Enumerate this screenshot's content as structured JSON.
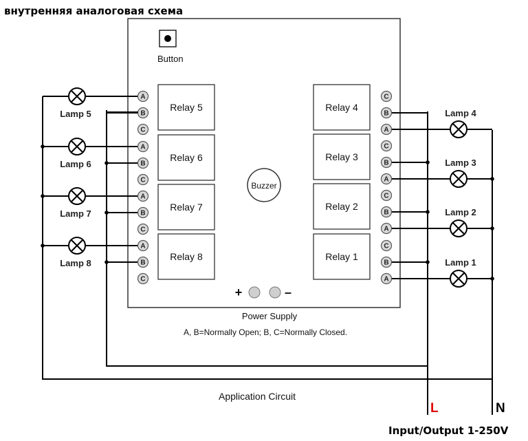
{
  "heading": "внутренняя аналоговая схема",
  "button_label": "Button",
  "buzzer_label": "Buzzer",
  "power_supply_label": "Power Supply",
  "power_plus": "+",
  "power_minus": "–",
  "legend_note": "A, B=Normally Open; B, C=Normally Closed.",
  "application_circuit": "Application Circuit",
  "line_L": "L",
  "line_N": "N",
  "input_output": "Input/Output 1-250V",
  "colors": {
    "line_L": "#e00000",
    "wire": "#000000",
    "terminal_fill": "#d9d9d9"
  },
  "left_relays": [
    {
      "label": "Relay 5",
      "lamp": "Lamp 5",
      "terminals": [
        "A",
        "B",
        "C"
      ]
    },
    {
      "label": "Relay 6",
      "lamp": "Lamp 6",
      "terminals": [
        "A",
        "B",
        "C"
      ]
    },
    {
      "label": "Relay 7",
      "lamp": "Lamp 7",
      "terminals": [
        "A",
        "B",
        "C"
      ]
    },
    {
      "label": "Relay 8",
      "lamp": "Lamp 8",
      "terminals": [
        "A",
        "B",
        "C"
      ]
    }
  ],
  "right_relays": [
    {
      "label": "Relay 4",
      "lamp": "Lamp 4",
      "terminals": [
        "C",
        "B",
        "A"
      ]
    },
    {
      "label": "Relay 3",
      "lamp": "Lamp 3",
      "terminals": [
        "C",
        "B",
        "A"
      ]
    },
    {
      "label": "Relay 2",
      "lamp": "Lamp 2",
      "terminals": [
        "C",
        "B",
        "A"
      ]
    },
    {
      "label": "Relay 1",
      "lamp": "Lamp 1",
      "terminals": [
        "C",
        "B",
        "A"
      ]
    }
  ]
}
